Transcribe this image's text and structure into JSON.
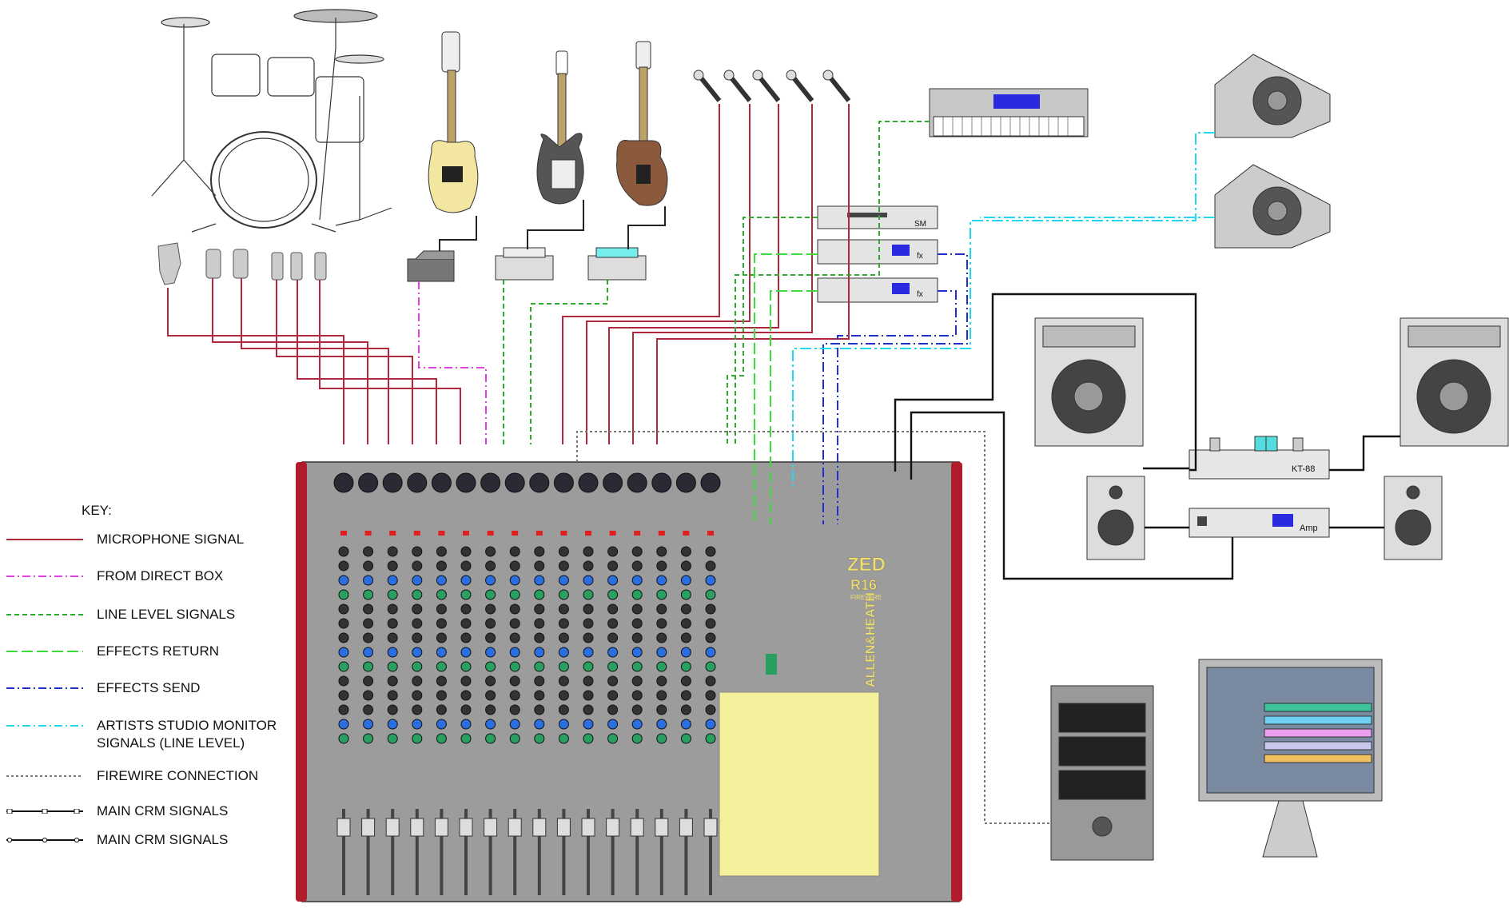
{
  "key": {
    "title": "KEY:",
    "items": [
      {
        "label": "MICROPHONE SIGNAL",
        "color": "#b0283c",
        "style": "solid"
      },
      {
        "label": "FROM DIRECT BOX",
        "color": "#e040e0",
        "style": "dashdot"
      },
      {
        "label": "LINE LEVEL SIGNALS",
        "color": "#2eaa2e",
        "style": "dashed"
      },
      {
        "label": "EFFECTS RETURN",
        "color": "#3ddc3d",
        "style": "longdash"
      },
      {
        "label": "EFFECTS SEND",
        "color": "#1f2fd0",
        "style": "dashdot"
      },
      {
        "label": "ARTISTS STUDIO MONITOR\nSIGNALS (LINE LEVEL)",
        "color": "#22d8ee",
        "style": "dashdot"
      },
      {
        "label": "FIREWIRE CONNECTION",
        "color": "#777777",
        "style": "dotted"
      },
      {
        "label": "MAIN  CRM SIGNALS",
        "color": "#111111",
        "style": "squares"
      },
      {
        "label": "MAIN  CRM SIGNALS",
        "color": "#111111",
        "style": "circles"
      }
    ]
  },
  "devices": {
    "sm_label": "SM",
    "fx_label": "fx",
    "amp_tube_label": "KT-88",
    "amp_label": "Amp"
  },
  "mixer": {
    "logo": "ZED",
    "model": "R16",
    "sub": "FIREWIRE",
    "brand": "ALLEN&HEATH",
    "channel_count": 16
  },
  "colors": {
    "mixer_body": "#9c9c9c",
    "mixer_trim": "#b01c2c",
    "panel_yellow": "#f2f09a",
    "mic_line": "#b0283c",
    "di_line": "#e040e0",
    "line_level": "#2eaa2e",
    "fx_return": "#3ddc3d",
    "fx_send": "#1f2fd0",
    "monitor": "#22d8ee",
    "firewire": "#777777"
  }
}
